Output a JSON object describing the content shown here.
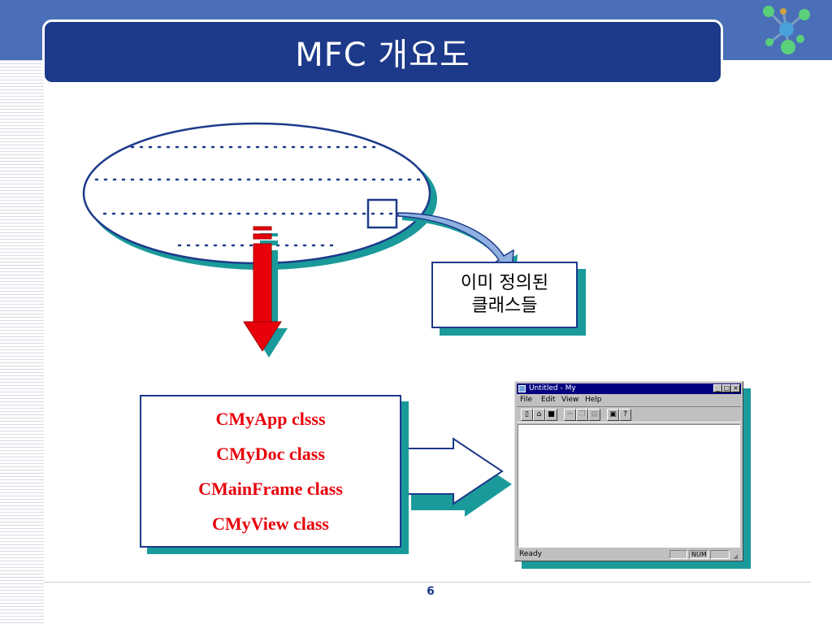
{
  "slide": {
    "title": "MFC 개요도",
    "page_number": "6"
  },
  "callout": {
    "line1": "이미 정의된",
    "line2": "클래스들"
  },
  "classes": [
    "CMyApp clsss",
    "CMyDoc class",
    "CMainFrame class",
    "CMyView class"
  ],
  "window": {
    "title": "Untitled - My",
    "menu": [
      "File",
      "Edit",
      "View",
      "Help"
    ],
    "status": "Ready",
    "status_num": "NUM",
    "caption_buttons": [
      "minimize",
      "maximize",
      "close"
    ],
    "toolbar_icons": [
      "new-icon",
      "open-icon",
      "save-icon",
      "cut-icon",
      "copy-icon",
      "paste-icon",
      "print-icon",
      "help-icon"
    ]
  },
  "colors": {
    "title_bg": "#1d3a8a",
    "accent_teal": "#1a9a9a",
    "class_text": "#e8000b",
    "arrow_red": "#e8000b"
  }
}
